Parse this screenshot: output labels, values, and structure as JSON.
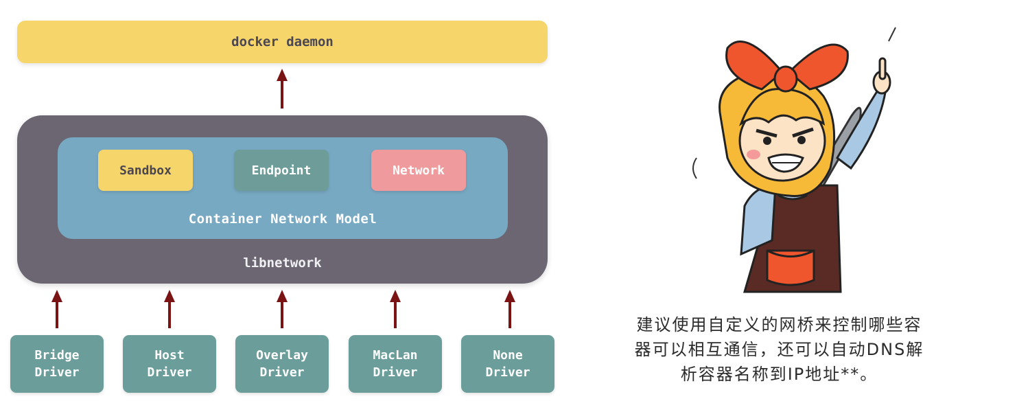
{
  "diagram": {
    "daemon": "docker daemon",
    "libnetwork": "libnetwork",
    "cnm": {
      "label": "Container Network Model",
      "components": [
        "Sandbox",
        "Endpoint",
        "Network"
      ]
    },
    "drivers": [
      {
        "line1": "Bridge",
        "line2": "Driver"
      },
      {
        "line1": "Host",
        "line2": "Driver"
      },
      {
        "line1": "Overlay",
        "line2": "Driver"
      },
      {
        "line1": "MacLan",
        "line2": "Driver"
      },
      {
        "line1": "None",
        "line2": "Driver"
      }
    ]
  },
  "caption": {
    "line1": "建议使用自定义的网桥来控制哪些容",
    "line2": "器可以相互通信，还可以自动DNS解",
    "line3": "析容器名称到IP地址**。"
  },
  "colors": {
    "yellow": "#f6d56b",
    "libnetwork": "#6b6672",
    "cnm": "#78a9c3",
    "teal": "#6e9c98",
    "pink": "#ef9a9c",
    "arrow": "#7a1414"
  },
  "illustration": "cartoon-girl-with-knife-pointing-up"
}
